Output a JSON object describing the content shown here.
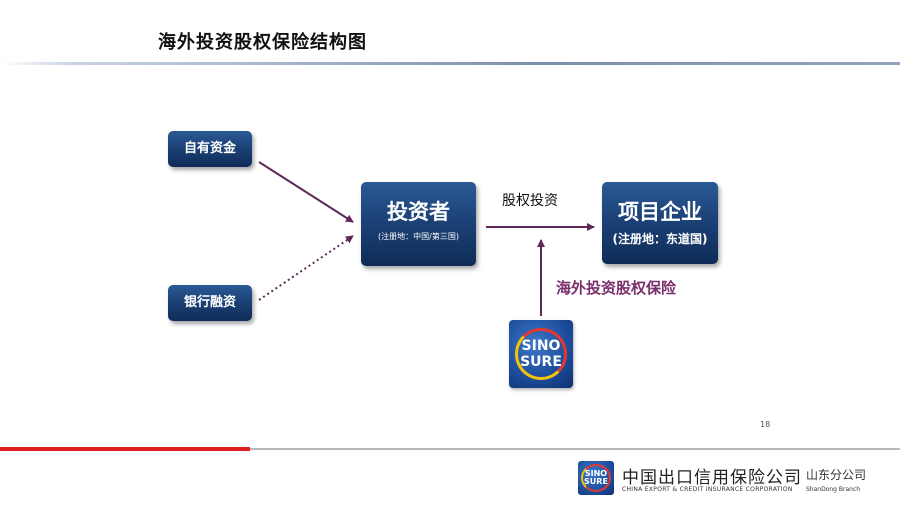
{
  "slide": {
    "title": "海外投资股权保险结构图",
    "page_number": "18"
  },
  "diagram": {
    "own_funds": "自有资金",
    "bank_financing": "银行融资",
    "investor": {
      "name": "投资者",
      "registration": "(注册地：中国/第三国)"
    },
    "project": {
      "name": "项目企业",
      "registration": "(注册地：东道国)"
    },
    "equity_label": "股权投资",
    "insurance_label": "海外投资股权保险",
    "logo": {
      "line1": "SINO",
      "line2": "SURE"
    }
  },
  "footer": {
    "company_cn": "中国出口信用保险公司",
    "company_en": "CHINA EXPORT & CREDIT INSURANCE CORPORATION",
    "branch_cn": "山东分公司",
    "branch_en": "ShanDong Branch",
    "logo": {
      "line1": "SINO",
      "line2": "SURE"
    }
  },
  "colors": {
    "box_fill": "#1c4278",
    "arrow": "#5e2a57",
    "insurance_text": "#7a2f6c",
    "footer_red": "#e02020"
  }
}
